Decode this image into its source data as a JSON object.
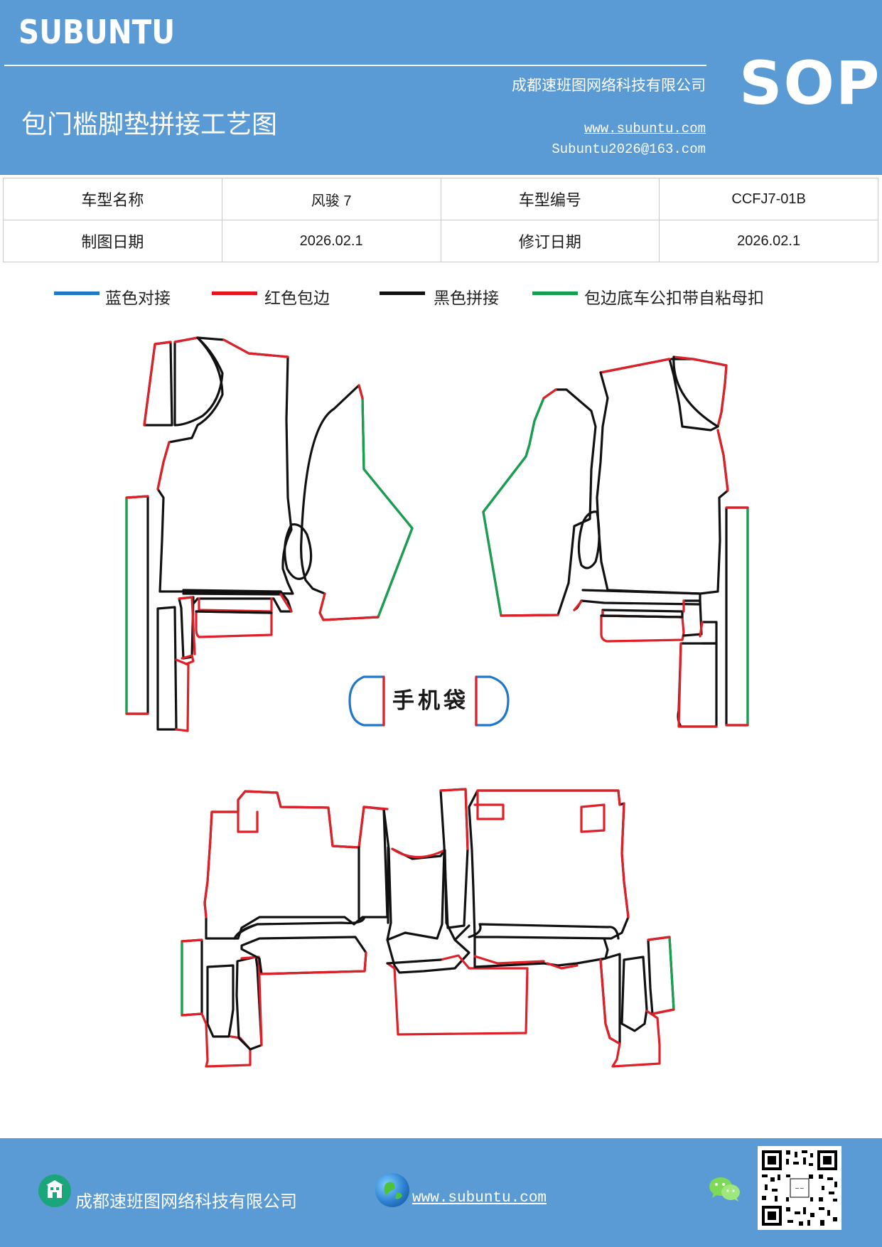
{
  "header": {
    "brand": "SUBUNTU",
    "badge": "SOP",
    "company": "成都速班图网络科技有限公司",
    "title": "包门槛脚垫拼接工艺图",
    "website": "www.subuntu.com",
    "email": "Subuntu2026@163.com"
  },
  "info_table": {
    "model_name_label": "车型名称",
    "model_name_value": "风骏 7",
    "model_code_label": "车型编号",
    "model_code_value": "CCFJ7-01B",
    "draw_date_label": "制图日期",
    "draw_date_value": "2026.02.1",
    "revise_date_label": "修订日期",
    "revise_date_value": "2026.02.1"
  },
  "legend": [
    {
      "label": "蓝色对接",
      "color": "#1f77c8"
    },
    {
      "label": "红色包边",
      "color": "#e8141b"
    },
    {
      "label": "黑色拼接",
      "color": "#111111"
    },
    {
      "label": "包边底车公扣带自粘母扣",
      "color": "#12a04a"
    }
  ],
  "diagram": {
    "phone_bag_label": "手机袋",
    "colors": {
      "blue": "#1f77c8",
      "red": "#e02028",
      "black": "#111111",
      "green": "#16a050"
    }
  },
  "footer": {
    "company": "成都速班图网络科技有限公司",
    "website": "www.subuntu.com",
    "company_icon": "building-icon",
    "web_icon": "globe-icon",
    "wechat_icon": "wechat-icon"
  },
  "colors": {
    "header_bg": "#5b9bd5",
    "footer_bg": "#5b9bd5"
  }
}
